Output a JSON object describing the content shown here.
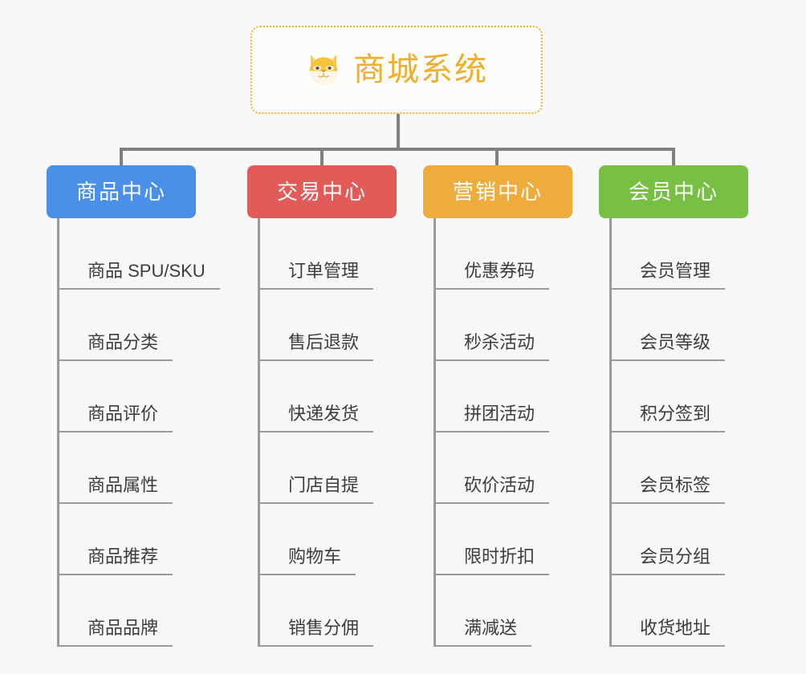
{
  "diagram": {
    "type": "mindmap-tree",
    "background_color": "#f7f7f7",
    "connector_color": "#808080",
    "root": {
      "title": "商城系统",
      "icon": "dog-face-icon",
      "text_color": "#edae2b",
      "border_color": "#f0b429",
      "border_style": "dotted"
    },
    "branches": [
      {
        "label": "商品中心",
        "color": "#4a90e8",
        "items": [
          "商品 SPU/SKU",
          "商品分类",
          "商品评价",
          "商品属性",
          "商品推荐",
          "商品品牌"
        ]
      },
      {
        "label": "交易中心",
        "color": "#e15c58",
        "items": [
          "订单管理",
          "售后退款",
          "快递发货",
          "门店自提",
          "购物车",
          "销售分佣"
        ]
      },
      {
        "label": "营销中心",
        "color": "#eeac3c",
        "items": [
          "优惠券码",
          "秒杀活动",
          "拼团活动",
          "砍价活动",
          "限时折扣",
          "满减送"
        ]
      },
      {
        "label": "会员中心",
        "color": "#77c043",
        "items": [
          "会员管理",
          "会员等级",
          "积分签到",
          "会员标签",
          "会员分组",
          "收货地址"
        ]
      }
    ]
  }
}
